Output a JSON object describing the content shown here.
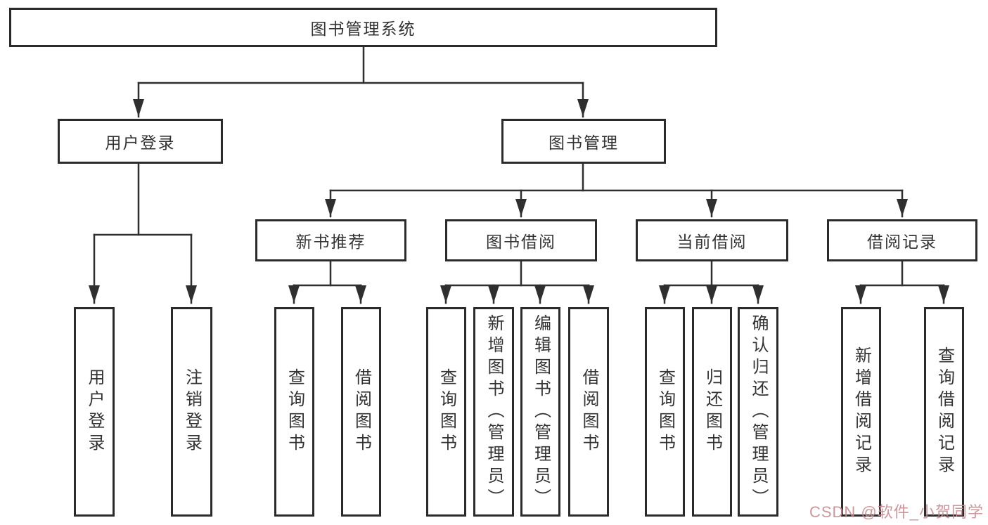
{
  "tree": {
    "label": "图书管理系统",
    "children": [
      {
        "label": "用户登录",
        "children": [
          {
            "label": "用户登录"
          },
          {
            "label": "注销登录"
          }
        ]
      },
      {
        "label": "图书管理",
        "children": [
          {
            "label": "新书推荐",
            "children": [
              {
                "label": "查询图书"
              },
              {
                "label": "借阅图书"
              }
            ]
          },
          {
            "label": "图书借阅",
            "children": [
              {
                "label": "查询图书"
              },
              {
                "label": "新增图书（管理员）"
              },
              {
                "label": "编辑图书（管理员）"
              },
              {
                "label": "借阅图书"
              }
            ]
          },
          {
            "label": "当前借阅",
            "children": [
              {
                "label": "查询图书"
              },
              {
                "label": "归还图书"
              },
              {
                "label": "确认归还（管理员）"
              }
            ]
          },
          {
            "label": "借阅记录",
            "children": [
              {
                "label": "新增借阅记录"
              },
              {
                "label": "查询借阅记录"
              }
            ]
          }
        ]
      }
    ]
  },
  "watermark": {
    "text": "CSDN @软件_小贺同学",
    "color": "#c98b8f"
  },
  "colors": {
    "line": "#2f2f2f",
    "box_border": "#2b2b2b",
    "text": "#333333",
    "background": "#ffffff",
    "watermark": "#c98b8f"
  }
}
